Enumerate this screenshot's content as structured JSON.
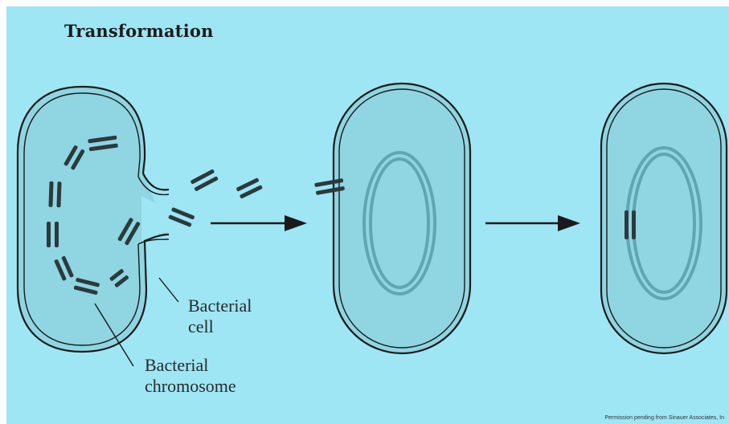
{
  "title": "Transformation",
  "labels": {
    "cell_line1": "Bacterial",
    "cell_line2": "cell",
    "chromosome_line1": "Bacterial",
    "chromosome_line2": "chromosome"
  },
  "credit": "Permission pending from Sinauer Associates, In",
  "colors": {
    "background": "#9ee6f4",
    "cell_fill": "#8fd5e2",
    "outline": "#1a1a1a",
    "chromosome_ring": "#5fa6b2",
    "dna_fragment": "#2b3a3c"
  },
  "steps": [
    {
      "stage": "donor-cell-lysis"
    },
    {
      "stage": "fragment-uptake"
    },
    {
      "stage": "recombination"
    }
  ]
}
